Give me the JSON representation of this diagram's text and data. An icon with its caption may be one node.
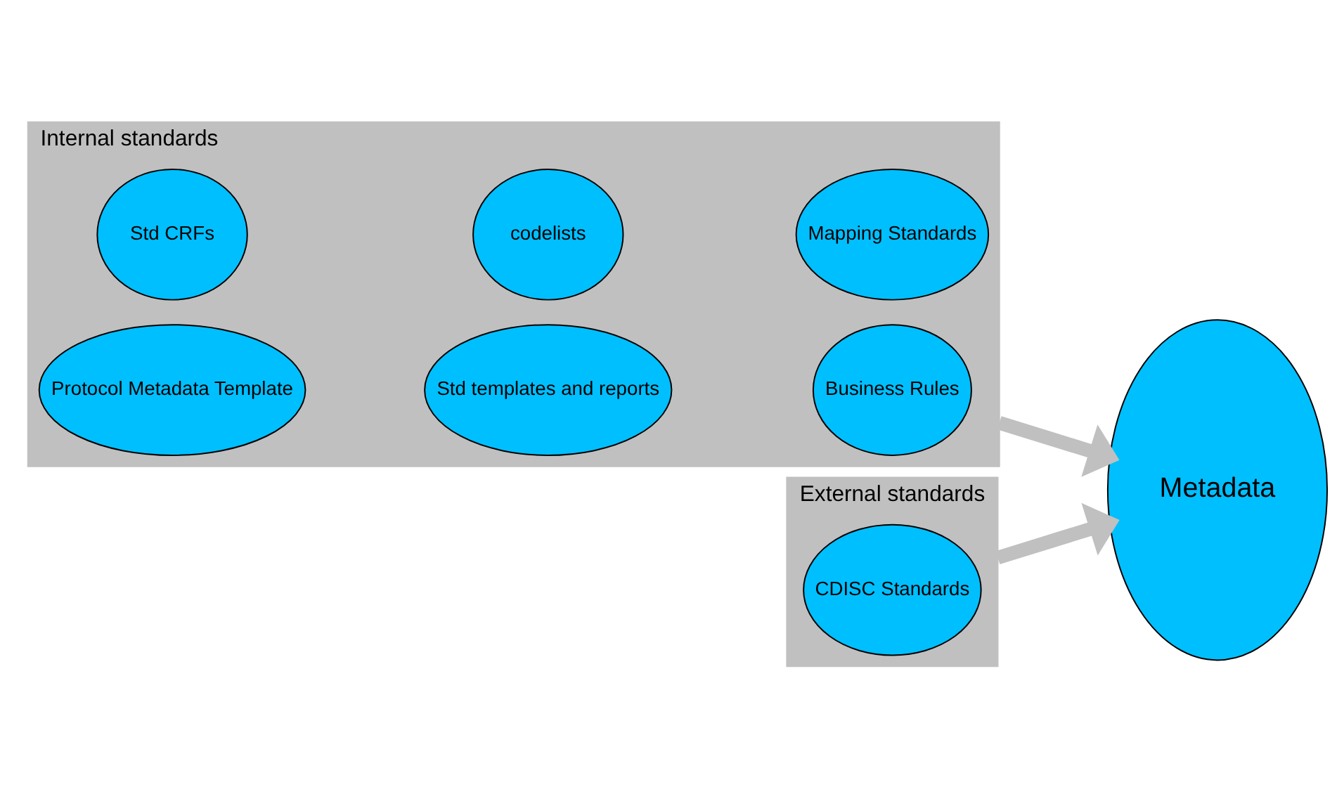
{
  "diagram": {
    "nodes": [
      {
        "text": [
          "Internal standards"
        ]
      },
      {
        "text": [
          "Std CRFs"
        ],
        "in": 0
      },
      {
        "text": [
          "codelists"
        ],
        "in": 0
      },
      {
        "text": [
          "Mapping Standards"
        ],
        "in": 0
      },
      {
        "text": [
          "Protocol Metadata Template"
        ],
        "in": 0
      },
      {
        "text": [
          "Std templates and reports"
        ],
        "in": 0
      },
      {
        "text": [
          "Business Rules"
        ],
        "in": 0
      },
      {
        "text": [
          "External standards"
        ]
      },
      {
        "text": [
          "CDISC Standards"
        ],
        "in": 7
      },
      {
        "text": [
          "Metadata"
        ]
      }
    ],
    "edges": [
      {
        "from": 0,
        "to": 9,
        "arrow": "to",
        "color": "#c0c0c0"
      },
      {
        "from": 7,
        "to": 9,
        "arrow": "to",
        "color": "#c0c0c0"
      }
    ]
  }
}
